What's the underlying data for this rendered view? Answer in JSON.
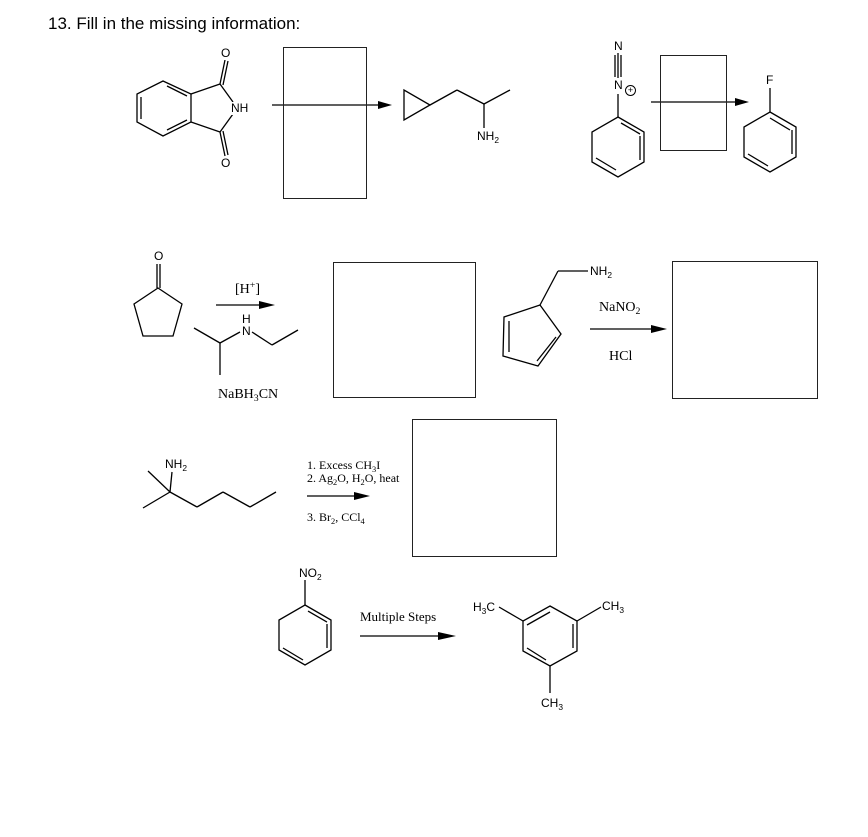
{
  "question": {
    "number": "13.",
    "title": "13. Fill in the missing information:"
  },
  "reactions": [
    {
      "id": "gabriel",
      "reactant": "phthalimide",
      "reagents": "",
      "product": "1-cyclopropylpropan-2-amine",
      "labels": {
        "nh": "NH",
        "o_top": "O",
        "o_bottom": "O",
        "nh2": "NH",
        "nh2_sub": "2"
      },
      "missing": "reagents"
    },
    {
      "id": "diazonium-fluorination",
      "reactant": "benzenediazonium",
      "reagents": "",
      "product": "fluorobenzene",
      "labels": {
        "n_top": "N",
        "n_plus": "N",
        "f": "F",
        "charge": "+"
      },
      "missing": "reagents"
    },
    {
      "id": "reductive-amination",
      "reactant": "cyclopentanone",
      "reagents": {
        "above": "[H",
        "above_sup": "+",
        "above_end": "]",
        "below": "NaBH",
        "below_sub": "3",
        "below_end": "CN"
      },
      "amine_labels": {
        "h": "H",
        "n": "N"
      },
      "carbonyl_o": "O",
      "product": "",
      "missing": "product"
    },
    {
      "id": "diazotization",
      "reactant": "cyclopentadienylmethanamine",
      "reagents": {
        "above": "NaNO",
        "above_sub": "2",
        "below": "HCl"
      },
      "labels": {
        "nh2": "NH",
        "nh2_sub": "2"
      },
      "product": "",
      "missing": "product"
    },
    {
      "id": "hofmann-elimination",
      "reactant": "2-methylhexan-2-amine",
      "reagents": {
        "step1": "1. Excess CH",
        "step1_sub": "3",
        "step1_end": "I",
        "step2a": "2. Ag",
        "step2_sub1": "2",
        "step2b": "O, H",
        "step2_sub2": "2",
        "step2c": "O, heat",
        "step3a": "3. Br",
        "step3_sub1": "2",
        "step3b": ", CCl",
        "step3_sub2": "4"
      },
      "labels": {
        "nh2": "NH",
        "nh2_sub": "2"
      },
      "product": "",
      "missing": "product"
    },
    {
      "id": "multistep-synthesis",
      "reactant": "nitrobenzene",
      "reagents": {
        "above": "Multiple Steps"
      },
      "product": "1,3,5-trimethylbenzene",
      "labels": {
        "no2": "NO",
        "no2_sub": "2",
        "ch3_left": "H",
        "ch3_left_sub": "3",
        "ch3_left_end": "C",
        "ch3_right": "CH",
        "ch3_right_sub": "3",
        "ch3_bottom": "CH",
        "ch3_bottom_sub": "3"
      }
    }
  ],
  "colors": {
    "ink": "#000000",
    "box_border": "#222222",
    "background": "#ffffff"
  }
}
